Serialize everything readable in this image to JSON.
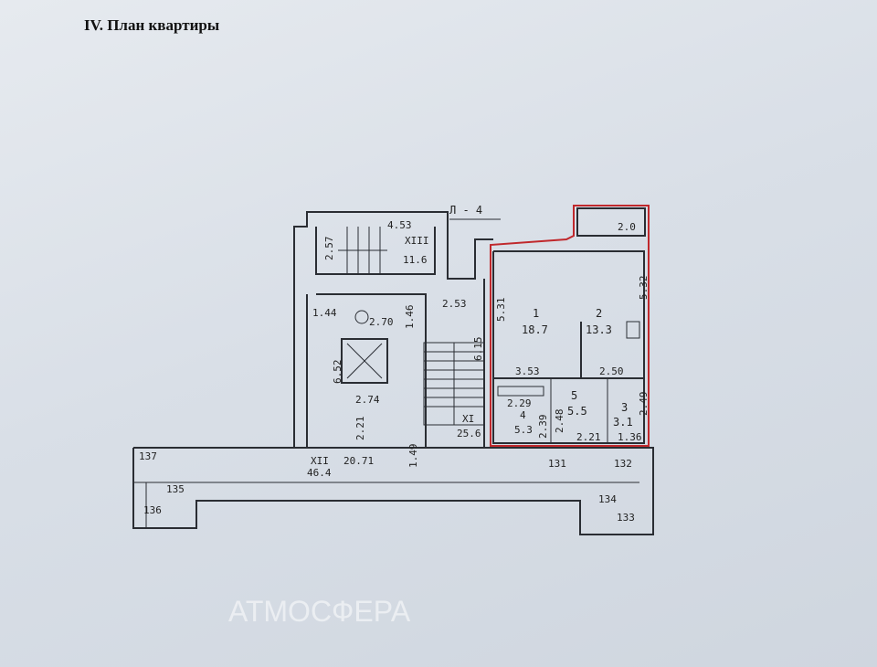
{
  "heading": "IV. План квартиры",
  "plan": {
    "section_label": "Л - 4",
    "watermark": "АТМОСФЕРА",
    "labels": {
      "d453": "4.53",
      "r13": "XIII",
      "a116": "11.6",
      "d257": "2.57",
      "d144": "1.44",
      "d270": "2.70",
      "d146": "1.46",
      "d253": "2.53",
      "d652": "6.52",
      "d615": "6.15",
      "d274": "2.74",
      "d221a": "2.21",
      "r11": "XI",
      "a256": "25.6",
      "r12": "XII",
      "a464": "46.4",
      "d2071": "20.71",
      "d149": "1.49",
      "n137": "137",
      "n135": "135",
      "n136": "136",
      "room1": "1",
      "a187": "18.7",
      "room2": "2",
      "a133": "13.3",
      "d531": "5.31",
      "d532": "5.32",
      "d20": "2.0",
      "d353": "3.53",
      "d250": "2.50",
      "d229": "2.29",
      "room4": "4",
      "a53": "5.3",
      "d239": "2.39",
      "room5": "5",
      "a55": "5.5",
      "d248": "2.48",
      "room3": "3",
      "a31": "3.1",
      "d249": "2.49",
      "d136": "1.36",
      "d221b": "2.21",
      "n131": "131",
      "n132": "132",
      "n134": "134",
      "n133": "133"
    }
  }
}
